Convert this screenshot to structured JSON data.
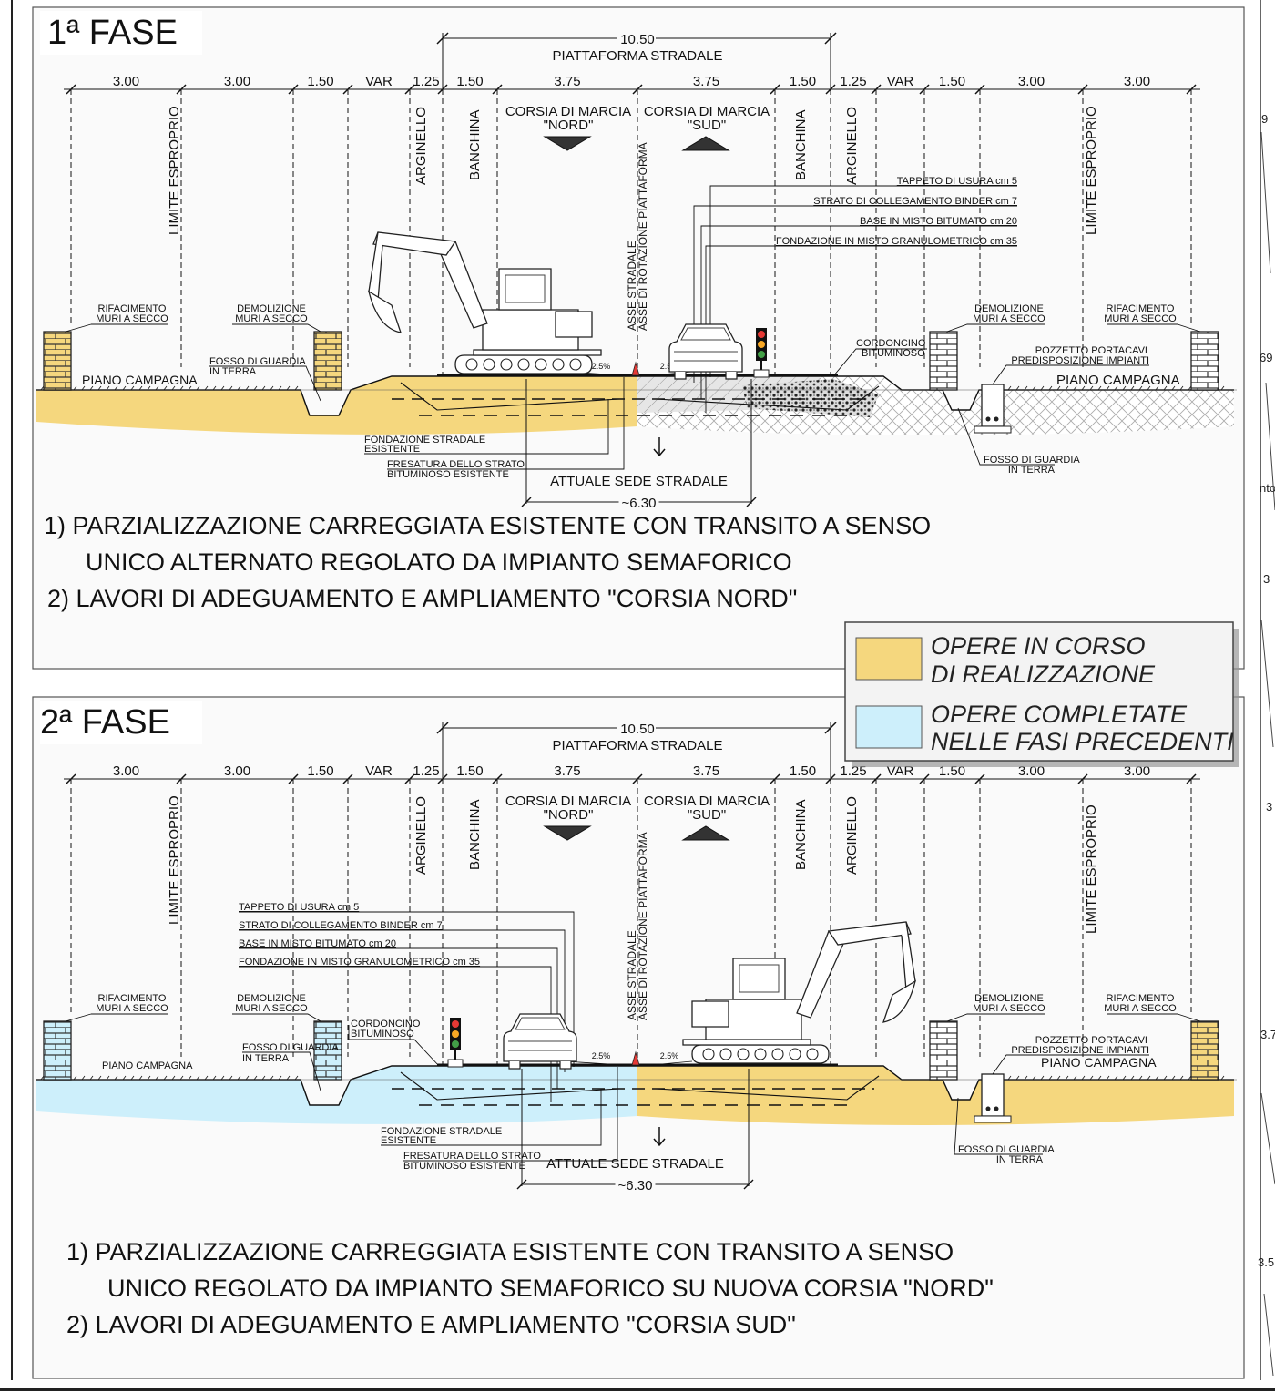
{
  "colors": {
    "in_progress": "#F5D77E",
    "completed": "#CDEFFB",
    "sheet_bg": "#FAFAFA"
  },
  "legend": {
    "in_progress_line1": "OPERE IN CORSO",
    "in_progress_line2": "DI REALIZZAZIONE",
    "completed_line1": "OPERE COMPLETATE",
    "completed_line2": "NELLE FASI PRECEDENTI"
  },
  "right_margin_marks": [
    "9",
    "69",
    "nto",
    "3",
    "3",
    "3.7",
    "3.5"
  ],
  "phases": [
    {
      "title": "1ª  FASE",
      "platform_width": "10.50",
      "platform_label": "PIATTAFORMA STRADALE",
      "dims": [
        "3.00",
        "3.00",
        "1.50",
        "VAR",
        "1.25",
        "1.50",
        "3.75",
        "3.75",
        "1.50",
        "1.25",
        "VAR",
        "1.50",
        "3.00",
        "3.00"
      ],
      "lane_nord_l1": "CORSIA DI MARCIA",
      "lane_nord_l2": "\"NORD\"",
      "lane_sud_l1": "CORSIA DI MARCIA",
      "lane_sud_l2": "\"SUD\"",
      "v_limite": "LIMITE ESPROPRIO",
      "v_arginello": "ARGINELLO",
      "v_banchina": "BANCHINA",
      "v_asse1": "ASSE STRADALE",
      "v_asse2": "ASSE DI ROTAZIONE PIATTAFORMA",
      "layers": [
        "TAPPETO DI USURA cm 5",
        "STRATO DI COLLEGAMENTO BINDER cm 7",
        "BASE IN MISTO BITUMATO cm 20",
        "FONDAZIONE IN MISTO GRANULOMETRICO cm 35"
      ],
      "rifacimento_l1": "RIFACIMENTO",
      "rifacimento_l2": "MURI A SECCO",
      "demolizione_l1": "DEMOLIZIONE",
      "demolizione_l2": "MURI A SECCO",
      "fosso_l1": "FOSSO DI GUARDIA",
      "fosso_l2": "IN TERRA",
      "piano": "PIANO CAMPAGNA",
      "cordoncino_l1": "CORDONCINO",
      "cordoncino_l2": "BITUMINOSO",
      "pozzetto_l1": "POZZETTO PORTACAVI",
      "pozzetto_l2": "PREDISPOSIZIONE IMPIANTI",
      "slope": "2.5%",
      "fondazione_l1": "FONDAZIONE STRADALE",
      "fondazione_l2": "ESISTENTE",
      "fresatura_l1": "FRESATURA DELLO STRATO",
      "fresatura_l2": "BITUMINOSO ESISTENTE",
      "attuale": "ATTUALE SEDE STRADALE",
      "attuale_width": "~6.30",
      "notes": [
        "1)  PARZIALIZZAZIONE CARREGGIATA ESISTENTE CON TRANSITO A SENSO",
        "UNICO ALTERNATO REGOLATO DA IMPIANTO SEMAFORICO",
        "2)  LAVORI DI ADEGUAMENTO E AMPLIAMENTO \"CORSIA NORD\""
      ]
    },
    {
      "title": "2ª  FASE",
      "platform_width": "10.50",
      "platform_label": "PIATTAFORMA STRADALE",
      "dims": [
        "3.00",
        "3.00",
        "1.50",
        "VAR",
        "1.25",
        "1.50",
        "3.75",
        "3.75",
        "1.50",
        "1.25",
        "VAR",
        "1.50",
        "3.00",
        "3.00"
      ],
      "lane_nord_l1": "CORSIA DI MARCIA",
      "lane_nord_l2": "\"NORD\"",
      "lane_sud_l1": "CORSIA DI MARCIA",
      "lane_sud_l2": "\"SUD\"",
      "v_limite": "LIMITE ESPROPRIO",
      "v_arginello": "ARGINELLO",
      "v_banchina": "BANCHINA",
      "v_asse1": "ASSE STRADALE",
      "v_asse2": "ASSE DI ROTAZIONE PIATTAFORMA",
      "layers": [
        "TAPPETO DI USURA cm 5",
        "STRATO DI COLLEGAMENTO BINDER cm 7",
        "BASE IN MISTO BITUMATO cm 20",
        "FONDAZIONE IN MISTO GRANULOMETRICO cm 35"
      ],
      "rifacimento_l1": "RIFACIMENTO",
      "rifacimento_l2": "MURI A SECCO",
      "demolizione_l1": "DEMOLIZIONE",
      "demolizione_l2": "MURI A SECCO",
      "fosso_l1": "FOSSO DI GUARDIA",
      "fosso_l2": "IN TERRA",
      "fosso_r_l1": "FOSSO DI GUARDIA",
      "fosso_r_l2": "IN TERRA",
      "piano": "PIANO CAMPAGNA",
      "cordoncino_l1": "CORDONCINO",
      "cordoncino_l2": "BITUMINOSO",
      "pozzetto_l1": "POZZETTO PORTACAVI",
      "pozzetto_l2": "PREDISPOSIZIONE IMPIANTI",
      "slope": "2.5%",
      "fondazione_l1": "FONDAZIONE STRADALE",
      "fondazione_l2": "ESISTENTE",
      "fresatura_l1": "FRESATURA DELLO STRATO",
      "fresatura_l2": "BITUMINOSO ESISTENTE",
      "attuale": "ATTUALE SEDE STRADALE",
      "attuale_width": "~6.30",
      "notes": [
        "1)  PARZIALIZZAZIONE CARREGGIATA ESISTENTE CON TRANSITO A SENSO",
        "UNICO REGOLATO DA IMPIANTO SEMAFORICO SU NUOVA CORSIA \"NORD\"",
        "2)  LAVORI DI ADEGUAMENTO E AMPLIAMENTO \"CORSIA SUD\""
      ]
    }
  ]
}
